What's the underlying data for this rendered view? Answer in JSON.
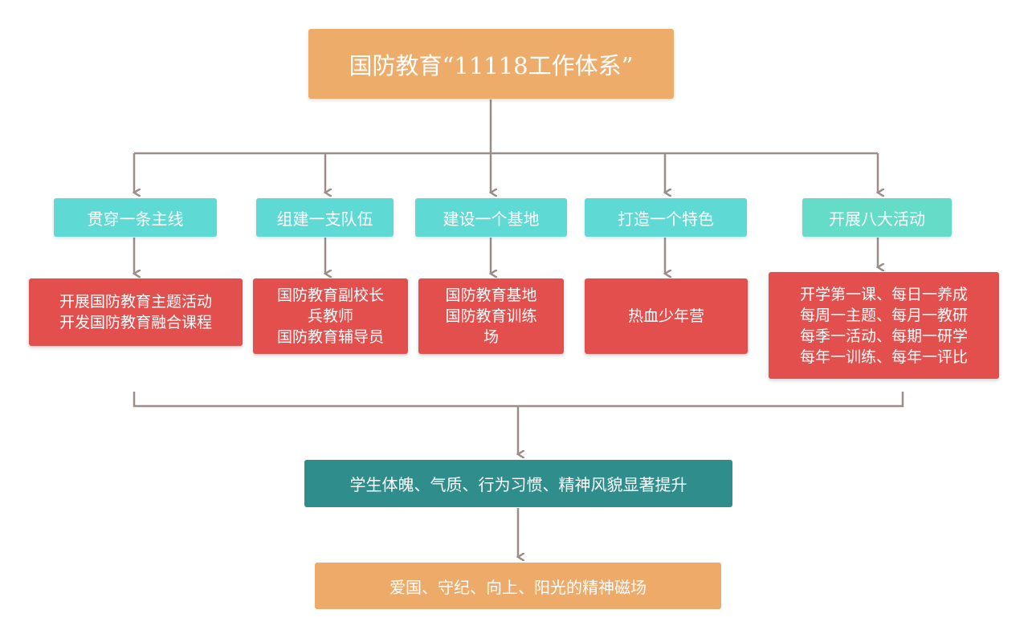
{
  "title": "国防教育“11118工作体系”",
  "colors": {
    "title_bg": "#eeac6a",
    "category_bg": "#5fd9d4",
    "detail_bg": "#e34f4d",
    "result_bg": "#2f8d8c",
    "final_bg": "#eeaa68",
    "connector": "#9a8d8a"
  },
  "categories": [
    {
      "label": "贯穿一条主线",
      "details": [
        "开展国防教育主题活动",
        "开发国防教育融合课程"
      ]
    },
    {
      "label": "组建一支队伍",
      "details": [
        "国防教育副校长",
        "兵教师",
        "国防教育辅导员"
      ]
    },
    {
      "label": "建设一个基地",
      "details": [
        "国防教育基地",
        "国防教育训练",
        "场"
      ]
    },
    {
      "label": "打造一个特色",
      "details": [
        "热血少年营"
      ]
    },
    {
      "label": "开展八大活动",
      "details": [
        "开学第一课、每日一养成",
        "每周一主题、每月一教研",
        "每季一活动、每期一研学",
        "每年一训练、每年一评比"
      ]
    }
  ],
  "result": "学生体魄、气质、行为习惯、精神风貌显著提升",
  "final": "爱国、守纪、向上、阳光的精神磁场"
}
